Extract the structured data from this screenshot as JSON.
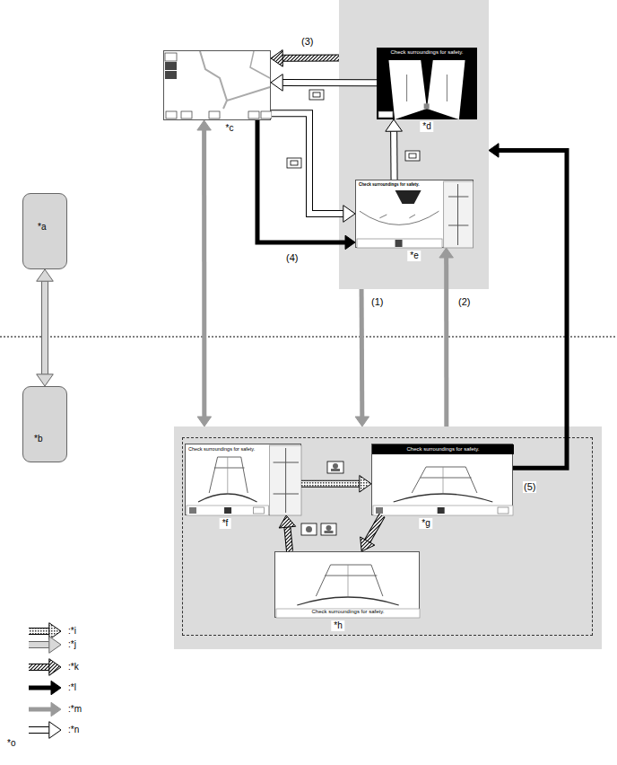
{
  "diagram": {
    "nodes": [
      {
        "text": [
          "*c"
        ]
      },
      {
        "text": []
      },
      {
        "text": [
          "Check surroundings for safety.",
          "*d"
        ],
        "in": 1
      },
      {
        "text": [
          "Check surroundings for safety.",
          "*e"
        ],
        "in": 1
      },
      {
        "text": [
          "*a"
        ]
      },
      {
        "text": [
          "*b"
        ]
      },
      {
        "text": []
      },
      {
        "text": [],
        "in": 6
      },
      {
        "text": [
          "Check surroundings for safety.",
          "*f"
        ],
        "in": 7
      },
      {
        "text": [
          "Check surroundings for safety.",
          "*g"
        ],
        "in": 7
      },
      {
        "text": [
          "Check surroundings for safety.",
          "*h"
        ],
        "in": 7
      }
    ],
    "edges": [
      {
        "from": 1,
        "to": 0,
        "arrow": "to",
        "label": "(3)"
      },
      {
        "from": 2,
        "to": 0,
        "arrow": "to"
      },
      {
        "from": 0,
        "to": 3,
        "arrow": "to"
      },
      {
        "from": 0,
        "to": 3,
        "arrow": "to",
        "label": "(4)"
      },
      {
        "from": 3,
        "to": 2,
        "arrow": "to"
      },
      {
        "from": 1,
        "to": 6,
        "arrow": "to",
        "label": "(1)"
      },
      {
        "from": 6,
        "to": 3,
        "arrow": "to",
        "label": "(2)"
      },
      {
        "from": 9,
        "to": 1,
        "arrow": "to",
        "label": "(5)"
      },
      {
        "from": 0,
        "to": 6,
        "arrow": "both"
      },
      {
        "from": 4,
        "to": 5,
        "arrow": "both"
      },
      {
        "from": 8,
        "to": 9,
        "arrow": "to"
      },
      {
        "from": 9,
        "to": 10,
        "arrow": "to"
      },
      {
        "from": 10,
        "to": 8,
        "arrow": "to"
      }
    ],
    "labels": [
      "*o"
    ],
    "legend": [
      {
        "text": ":*i"
      },
      {
        "text": ":*j"
      },
      {
        "text": ":*k"
      },
      {
        "text": ":*l"
      },
      {
        "text": ":*m"
      },
      {
        "text": ":*n"
      }
    ]
  }
}
